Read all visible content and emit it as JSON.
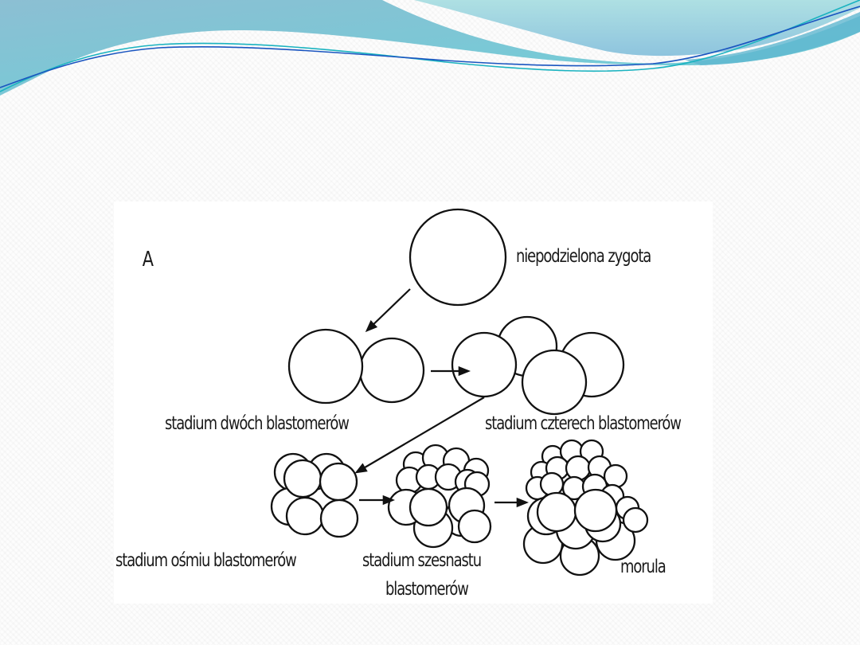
{
  "slide": {
    "theme_colors": {
      "wave_dark": "#84bdd0",
      "wave_light": "#a8dde2",
      "line_teal": "#1ab3c0",
      "line_blue": "#1a55c0",
      "background": "#fdfdfd"
    }
  },
  "figure": {
    "panel_label": "A",
    "stages": [
      {
        "id": "zygote",
        "label": "niepodzielona zygota",
        "cells": 1
      },
      {
        "id": "two_cell",
        "label": "stadium dwóch blastomerów",
        "cells": 2
      },
      {
        "id": "four_cell",
        "label": "stadium czterech blastomerów",
        "cells": 4
      },
      {
        "id": "eight_cell",
        "label": "stadium ośmiu blastomerów",
        "cells": 8
      },
      {
        "id": "sixteen_cell",
        "label_line1": "stadium szesnastu",
        "label_line2": "blastomerów",
        "cells": 16
      },
      {
        "id": "morula",
        "label": "morula",
        "cells": 32
      }
    ],
    "arrows": [
      {
        "from": "zygote",
        "to": "two_cell"
      },
      {
        "from": "two_cell",
        "to": "four_cell"
      },
      {
        "from": "four_cell",
        "to": "eight_cell"
      },
      {
        "from": "eight_cell",
        "to": "sixteen_cell"
      },
      {
        "from": "sixteen_cell",
        "to": "morula"
      }
    ]
  }
}
